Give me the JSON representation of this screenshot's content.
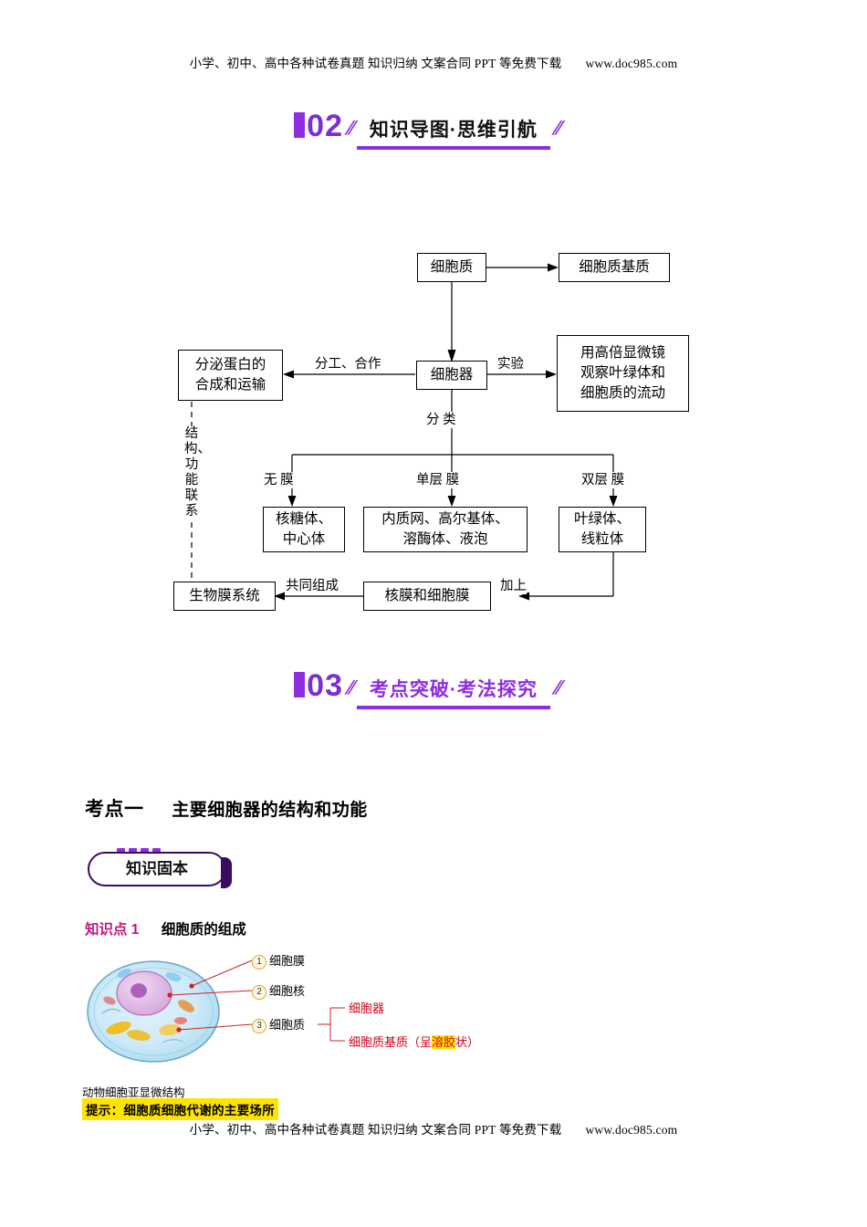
{
  "watermark": {
    "text": "小学、初中、高中各种试卷真题  知识归纳  文案合同  PPT 等免费下载",
    "site": "www.doc985.com"
  },
  "banners": [
    {
      "number": "02",
      "title": "知识导图·思维引航",
      "slash_left": "⫽",
      "slash_right": "⫽"
    },
    {
      "number": "03",
      "title": "考点突破·考法探究",
      "slash_left": "⫽",
      "slash_right": "⫽"
    }
  ],
  "flowchart": {
    "nodes": {
      "cytoplasm": "细胞质",
      "matrix": "细胞质基质",
      "organelle": "细胞器",
      "secretory": "分泌蛋白的\n合成和运输",
      "experiment": "用高倍显微镜\n观察叶绿体和\n细胞质的流动",
      "no_membrane": "核糖体、\n中心体",
      "single_membrane": "内质网、高尔基体、\n溶酶体、液泡",
      "double_membrane": "叶绿体、\n线粒体",
      "biomembrane": "生物膜系统",
      "nuclear_cell_membrane": "核膜和细胞膜"
    },
    "edge_labels": {
      "division_cooperation": "分工、合作",
      "experiment_label": "实验",
      "classify": "分  类",
      "structure_function": "结构、功能联系",
      "no_membrane_label": "无  膜",
      "single_membrane_label": "单层  膜",
      "double_membrane_label": "双层  膜",
      "together_compose": "共同组成",
      "plus": "加上"
    }
  },
  "kaodian": {
    "prefix": "考点一",
    "title": "主要细胞器的结构和功能"
  },
  "zhishi_guben": {
    "label": "知识固本"
  },
  "zhishidian": {
    "tag": "知识点 1",
    "title": "细胞质的组成"
  },
  "cell_figure": {
    "callouts": [
      {
        "num": "1",
        "label": "细胞膜"
      },
      {
        "num": "2",
        "label": "细胞核"
      },
      {
        "num": "3",
        "label": "细胞质"
      }
    ],
    "branch_top": "细胞器",
    "branch_bottom_pre": "细胞质基质（呈",
    "branch_bottom_hl": "溶胶",
    "branch_bottom_post": "状）",
    "caption": "动物细胞亚显微结构"
  },
  "tishi": {
    "text": "提示：细胞质细胞代谢的主要场所"
  }
}
